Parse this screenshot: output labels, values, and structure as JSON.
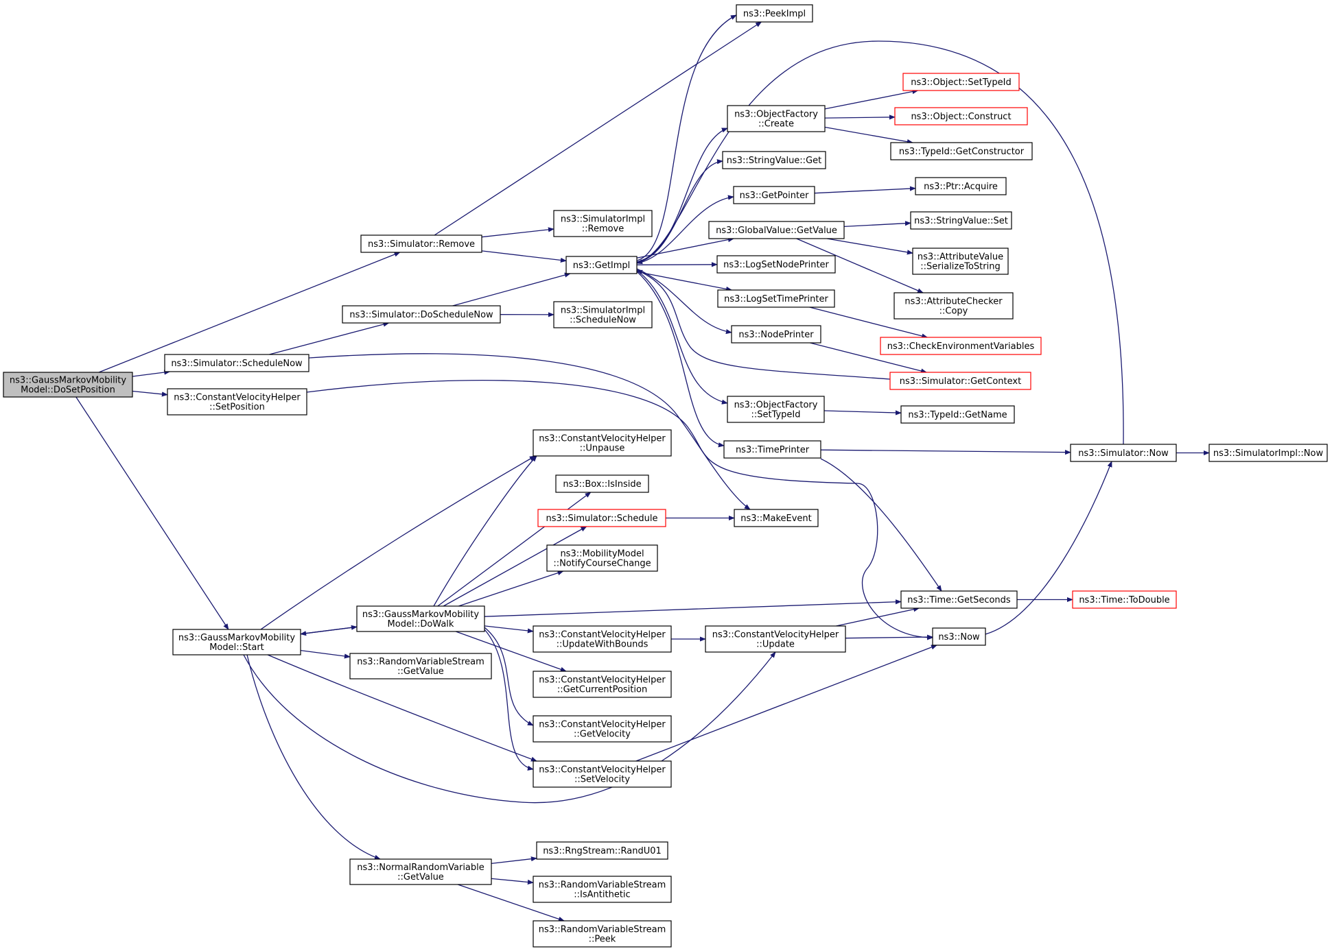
{
  "colors": {
    "edge": "#191970",
    "node_border": "#000000",
    "truncated_border": "#ff0000",
    "root_fill": "#bfbfbf",
    "node_fill": "#ffffff"
  },
  "nodes": [
    {
      "id": "root",
      "lines": [
        "ns3::GaussMarkovMobility",
        "Model::DoSetPosition"
      ],
      "style": "root"
    },
    {
      "id": "simRemove",
      "lines": [
        "ns3::Simulator::Remove"
      ],
      "style": "normal"
    },
    {
      "id": "simDoScheduleNow",
      "lines": [
        "ns3::Simulator::DoScheduleNow"
      ],
      "style": "normal"
    },
    {
      "id": "simScheduleNow",
      "lines": [
        "ns3::Simulator::ScheduleNow"
      ],
      "style": "normal"
    },
    {
      "id": "cvhSetPosition",
      "lines": [
        "ns3::ConstantVelocityHelper",
        "::SetPosition"
      ],
      "style": "normal"
    },
    {
      "id": "gmmStart",
      "lines": [
        "ns3::GaussMarkovMobility",
        "Model::Start"
      ],
      "style": "normal"
    },
    {
      "id": "nrvGetValue",
      "lines": [
        "ns3::NormalRandomVariable",
        "::GetValue"
      ],
      "style": "normal"
    },
    {
      "id": "rvsGetValue",
      "lines": [
        "ns3::RandomVariableStream",
        "::GetValue"
      ],
      "style": "normal"
    },
    {
      "id": "gmmDoWalk",
      "lines": [
        "ns3::GaussMarkovMobility",
        "Model::DoWalk"
      ],
      "style": "normal"
    },
    {
      "id": "simImplRemove",
      "lines": [
        "ns3::SimulatorImpl",
        "::Remove"
      ],
      "style": "normal"
    },
    {
      "id": "simImplScheduleNow",
      "lines": [
        "ns3::SimulatorImpl",
        "::ScheduleNow"
      ],
      "style": "normal"
    },
    {
      "id": "getImpl",
      "lines": [
        "ns3::GetImpl"
      ],
      "style": "normal"
    },
    {
      "id": "peekImpl",
      "lines": [
        "ns3::PeekImpl"
      ],
      "style": "normal"
    },
    {
      "id": "ofCreate",
      "lines": [
        "ns3::ObjectFactory",
        "::Create"
      ],
      "style": "normal"
    },
    {
      "id": "svGet",
      "lines": [
        "ns3::StringValue::Get"
      ],
      "style": "normal"
    },
    {
      "id": "getPointer",
      "lines": [
        "ns3::GetPointer"
      ],
      "style": "normal"
    },
    {
      "id": "gvGetValue",
      "lines": [
        "ns3::GlobalValue::GetValue"
      ],
      "style": "normal"
    },
    {
      "id": "logSetNodePrinter",
      "lines": [
        "ns3::LogSetNodePrinter"
      ],
      "style": "normal"
    },
    {
      "id": "logSetTimePrinter",
      "lines": [
        "ns3::LogSetTimePrinter"
      ],
      "style": "normal"
    },
    {
      "id": "nodePrinter",
      "lines": [
        "ns3::NodePrinter"
      ],
      "style": "normal"
    },
    {
      "id": "ofSetTypeId",
      "lines": [
        "ns3::ObjectFactory",
        "::SetTypeId"
      ],
      "style": "normal"
    },
    {
      "id": "timePrinter",
      "lines": [
        "ns3::TimePrinter"
      ],
      "style": "normal"
    },
    {
      "id": "cvhUnpause",
      "lines": [
        "ns3::ConstantVelocityHelper",
        "::Unpause"
      ],
      "style": "normal"
    },
    {
      "id": "boxIsInside",
      "lines": [
        "ns3::Box::IsInside"
      ],
      "style": "normal"
    },
    {
      "id": "simSchedule",
      "lines": [
        "ns3::Simulator::Schedule"
      ],
      "style": "truncated"
    },
    {
      "id": "makeEvent",
      "lines": [
        "ns3::MakeEvent"
      ],
      "style": "normal"
    },
    {
      "id": "mmNotify",
      "lines": [
        "ns3::MobilityModel",
        "::NotifyCourseChange"
      ],
      "style": "normal"
    },
    {
      "id": "cvhUpdateWithBounds",
      "lines": [
        "ns3::ConstantVelocityHelper",
        "::UpdateWithBounds"
      ],
      "style": "normal"
    },
    {
      "id": "cvhGetCurrentPosition",
      "lines": [
        "ns3::ConstantVelocityHelper",
        "::GetCurrentPosition"
      ],
      "style": "normal"
    },
    {
      "id": "cvhGetVelocity",
      "lines": [
        "ns3::ConstantVelocityHelper",
        "::GetVelocity"
      ],
      "style": "normal"
    },
    {
      "id": "cvhSetVelocity",
      "lines": [
        "ns3::ConstantVelocityHelper",
        "::SetVelocity"
      ],
      "style": "normal"
    },
    {
      "id": "cvhUpdate",
      "lines": [
        "ns3::ConstantVelocityHelper",
        "::Update"
      ],
      "style": "normal"
    },
    {
      "id": "rngRandU01",
      "lines": [
        "ns3::RngStream::RandU01"
      ],
      "style": "normal"
    },
    {
      "id": "rvsIsAntithetic",
      "lines": [
        "ns3::RandomVariableStream",
        "::IsAntithetic"
      ],
      "style": "normal"
    },
    {
      "id": "rvsPeek",
      "lines": [
        "ns3::RandomVariableStream",
        "::Peek"
      ],
      "style": "normal"
    },
    {
      "id": "objSetTypeId",
      "lines": [
        "ns3::Object::SetTypeId"
      ],
      "style": "truncated"
    },
    {
      "id": "objConstruct",
      "lines": [
        "ns3::Object::Construct"
      ],
      "style": "truncated"
    },
    {
      "id": "tidGetConstructor",
      "lines": [
        "ns3::TypeId::GetConstructor"
      ],
      "style": "normal"
    },
    {
      "id": "ptrAcquire",
      "lines": [
        "ns3::Ptr::Acquire"
      ],
      "style": "normal"
    },
    {
      "id": "svSet",
      "lines": [
        "ns3::StringValue::Set"
      ],
      "style": "normal"
    },
    {
      "id": "avSerialize",
      "lines": [
        "ns3::AttributeValue",
        "::SerializeToString"
      ],
      "style": "normal"
    },
    {
      "id": "acCopy",
      "lines": [
        "ns3::AttributeChecker",
        "::Copy"
      ],
      "style": "normal"
    },
    {
      "id": "checkEnv",
      "lines": [
        "ns3::CheckEnvironmentVariables"
      ],
      "style": "truncated"
    },
    {
      "id": "simGetContext",
      "lines": [
        "ns3::Simulator::GetContext"
      ],
      "style": "truncated"
    },
    {
      "id": "tidGetName",
      "lines": [
        "ns3::TypeId::GetName"
      ],
      "style": "normal"
    },
    {
      "id": "simNow",
      "lines": [
        "ns3::Simulator::Now"
      ],
      "style": "normal"
    },
    {
      "id": "simImplNow",
      "lines": [
        "ns3::SimulatorImpl::Now"
      ],
      "style": "normal"
    },
    {
      "id": "timeGetSeconds",
      "lines": [
        "ns3::Time::GetSeconds"
      ],
      "style": "normal"
    },
    {
      "id": "timeToDouble",
      "lines": [
        "ns3::Time::ToDouble"
      ],
      "style": "truncated"
    },
    {
      "id": "now",
      "lines": [
        "ns3::Now"
      ],
      "style": "normal"
    }
  ],
  "edges": [
    [
      "root",
      "simRemove"
    ],
    [
      "root",
      "simScheduleNow"
    ],
    [
      "root",
      "cvhSetPosition"
    ],
    [
      "root",
      "gmmStart"
    ],
    [
      "simRemove",
      "peekImpl"
    ],
    [
      "simRemove",
      "simImplRemove"
    ],
    [
      "simRemove",
      "getImpl"
    ],
    [
      "simDoScheduleNow",
      "getImpl"
    ],
    [
      "simDoScheduleNow",
      "simImplScheduleNow"
    ],
    [
      "simScheduleNow",
      "simDoScheduleNow"
    ],
    [
      "simScheduleNow",
      "makeEvent"
    ],
    [
      "cvhSetPosition",
      "now"
    ],
    [
      "getImpl",
      "peekImpl"
    ],
    [
      "getImpl",
      "ofCreate"
    ],
    [
      "getImpl",
      "svGet"
    ],
    [
      "getImpl",
      "getPointer"
    ],
    [
      "getImpl",
      "gvGetValue"
    ],
    [
      "getImpl",
      "logSetNodePrinter"
    ],
    [
      "getImpl",
      "logSetTimePrinter"
    ],
    [
      "getImpl",
      "nodePrinter"
    ],
    [
      "getImpl",
      "ofSetTypeId"
    ],
    [
      "getImpl",
      "timePrinter"
    ],
    [
      "ofCreate",
      "objSetTypeId"
    ],
    [
      "ofCreate",
      "objConstruct"
    ],
    [
      "ofCreate",
      "tidGetConstructor"
    ],
    [
      "getPointer",
      "ptrAcquire"
    ],
    [
      "gvGetValue",
      "svSet"
    ],
    [
      "gvGetValue",
      "avSerialize"
    ],
    [
      "gvGetValue",
      "acCopy"
    ],
    [
      "logSetTimePrinter",
      "checkEnv"
    ],
    [
      "nodePrinter",
      "simGetContext"
    ],
    [
      "simGetContext",
      "getImpl"
    ],
    [
      "ofSetTypeId",
      "tidGetName"
    ],
    [
      "timePrinter",
      "simNow"
    ],
    [
      "timePrinter",
      "timeGetSeconds"
    ],
    [
      "simNow",
      "getImpl"
    ],
    [
      "simNow",
      "simImplNow"
    ],
    [
      "timeGetSeconds",
      "timeToDouble"
    ],
    [
      "now",
      "simNow"
    ],
    [
      "gmmStart",
      "cvhUnpause"
    ],
    [
      "gmmStart",
      "gmmDoWalk"
    ],
    [
      "gmmStart",
      "rvsGetValue"
    ],
    [
      "gmmStart",
      "cvhSetVelocity"
    ],
    [
      "gmmStart",
      "cvhUpdate"
    ],
    [
      "gmmStart",
      "nrvGetValue"
    ],
    [
      "gmmDoWalk",
      "gmmStart"
    ],
    [
      "gmmDoWalk",
      "cvhUnpause"
    ],
    [
      "gmmDoWalk",
      "boxIsInside"
    ],
    [
      "gmmDoWalk",
      "simSchedule"
    ],
    [
      "gmmDoWalk",
      "mmNotify"
    ],
    [
      "gmmDoWalk",
      "timeGetSeconds"
    ],
    [
      "gmmDoWalk",
      "cvhUpdateWithBounds"
    ],
    [
      "gmmDoWalk",
      "cvhGetCurrentPosition"
    ],
    [
      "gmmDoWalk",
      "cvhGetVelocity"
    ],
    [
      "gmmDoWalk",
      "cvhSetVelocity"
    ],
    [
      "simSchedule",
      "makeEvent"
    ],
    [
      "cvhUpdateWithBounds",
      "cvhUpdate"
    ],
    [
      "cvhUpdate",
      "timeGetSeconds"
    ],
    [
      "cvhUpdate",
      "now"
    ],
    [
      "cvhSetVelocity",
      "now"
    ],
    [
      "nrvGetValue",
      "rngRandU01"
    ],
    [
      "nrvGetValue",
      "rvsIsAntithetic"
    ],
    [
      "nrvGetValue",
      "rvsPeek"
    ]
  ]
}
